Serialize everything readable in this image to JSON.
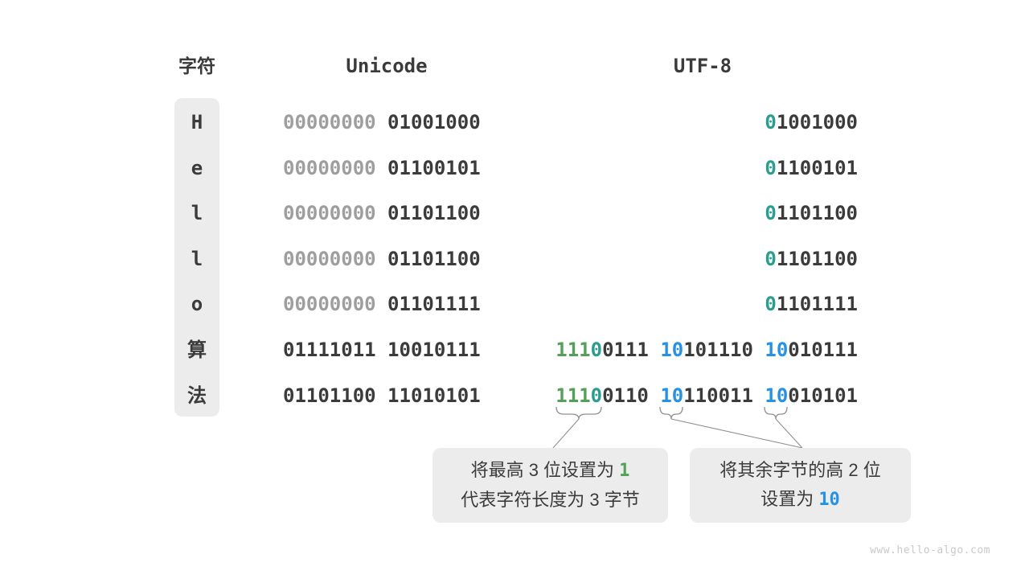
{
  "colors": {
    "dark": "#3b3b3b",
    "gray": "#9e9e9e",
    "green": "#53a158",
    "teal": "#2a9d8f",
    "blue": "#2592e6",
    "box_bg": "#ececec",
    "line": "#8f8f8f",
    "watermark": "#c9c9c9"
  },
  "header": {
    "char_label": "字符",
    "unicode_label": "Unicode",
    "utf8_label": "UTF-8"
  },
  "rows": [
    {
      "char": "H",
      "unicode": [
        {
          "text": "00000000",
          "color": "gray"
        },
        {
          "text": "01001000",
          "color": "dark"
        }
      ],
      "utf8": [
        [
          {
            "text": "0",
            "color": "teal"
          },
          {
            "text": "1001000",
            "color": "dark"
          }
        ]
      ]
    },
    {
      "char": "e",
      "unicode": [
        {
          "text": "00000000",
          "color": "gray"
        },
        {
          "text": "01100101",
          "color": "dark"
        }
      ],
      "utf8": [
        [
          {
            "text": "0",
            "color": "teal"
          },
          {
            "text": "1100101",
            "color": "dark"
          }
        ]
      ]
    },
    {
      "char": "l",
      "unicode": [
        {
          "text": "00000000",
          "color": "gray"
        },
        {
          "text": "01101100",
          "color": "dark"
        }
      ],
      "utf8": [
        [
          {
            "text": "0",
            "color": "teal"
          },
          {
            "text": "1101100",
            "color": "dark"
          }
        ]
      ]
    },
    {
      "char": "l",
      "unicode": [
        {
          "text": "00000000",
          "color": "gray"
        },
        {
          "text": "01101100",
          "color": "dark"
        }
      ],
      "utf8": [
        [
          {
            "text": "0",
            "color": "teal"
          },
          {
            "text": "1101100",
            "color": "dark"
          }
        ]
      ]
    },
    {
      "char": "o",
      "unicode": [
        {
          "text": "00000000",
          "color": "gray"
        },
        {
          "text": "01101111",
          "color": "dark"
        }
      ],
      "utf8": [
        [
          {
            "text": "0",
            "color": "teal"
          },
          {
            "text": "1101111",
            "color": "dark"
          }
        ]
      ]
    },
    {
      "char": "算",
      "unicode": [
        {
          "text": "01111011",
          "color": "dark"
        },
        {
          "text": "10010111",
          "color": "dark"
        }
      ],
      "utf8": [
        [
          {
            "text": "111",
            "color": "green"
          },
          {
            "text": "0",
            "color": "teal"
          },
          {
            "text": "0111",
            "color": "dark"
          }
        ],
        [
          {
            "text": "10",
            "color": "blue"
          },
          {
            "text": "101110",
            "color": "dark"
          }
        ],
        [
          {
            "text": "10",
            "color": "blue"
          },
          {
            "text": "010111",
            "color": "dark"
          }
        ]
      ]
    },
    {
      "char": "法",
      "unicode": [
        {
          "text": "01101100",
          "color": "dark"
        },
        {
          "text": "11010101",
          "color": "dark"
        }
      ],
      "utf8": [
        [
          {
            "text": "111",
            "color": "green"
          },
          {
            "text": "0",
            "color": "teal"
          },
          {
            "text": "0110",
            "color": "dark"
          }
        ],
        [
          {
            "text": "10",
            "color": "blue"
          },
          {
            "text": "110011",
            "color": "dark"
          }
        ],
        [
          {
            "text": "10",
            "color": "blue"
          },
          {
            "text": "010101",
            "color": "dark"
          }
        ]
      ]
    }
  ],
  "callouts": [
    {
      "lines": [
        [
          {
            "text": "将最高 3 位设置为 ",
            "color": "dark"
          },
          {
            "text": "1",
            "color": "green",
            "mono": true
          }
        ],
        [
          {
            "text": "代表字符长度为 3 字节",
            "color": "dark"
          }
        ]
      ]
    },
    {
      "lines": [
        [
          {
            "text": "将其余字节的高 2 位",
            "color": "dark"
          }
        ],
        [
          {
            "text": "设置为 ",
            "color": "dark"
          },
          {
            "text": "10",
            "color": "blue",
            "mono": true
          }
        ]
      ]
    }
  ],
  "watermark": "www.hello-algo.com"
}
